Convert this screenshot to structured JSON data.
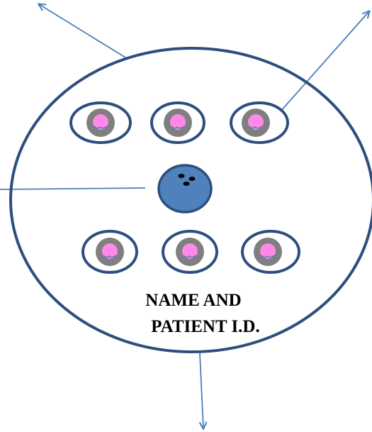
{
  "label": {
    "line1": "NAME AND",
    "line2": "PATIENT I.D."
  },
  "elements": {
    "dish": "large circular dish",
    "wells_top_row": 3,
    "wells_bottom_row": 3,
    "center_marker": "blue oval marker with three dots",
    "arrows": [
      "up-left",
      "up-right",
      "left",
      "down"
    ]
  },
  "colors": {
    "outline": "#2E4E7E",
    "arrow": "#4A7EBB",
    "well_ring": "#7F7F7F",
    "well_center": "#FF88E8",
    "marker_fill": "#4F81BD",
    "text": "#000000",
    "background": "#FFFFFF"
  }
}
